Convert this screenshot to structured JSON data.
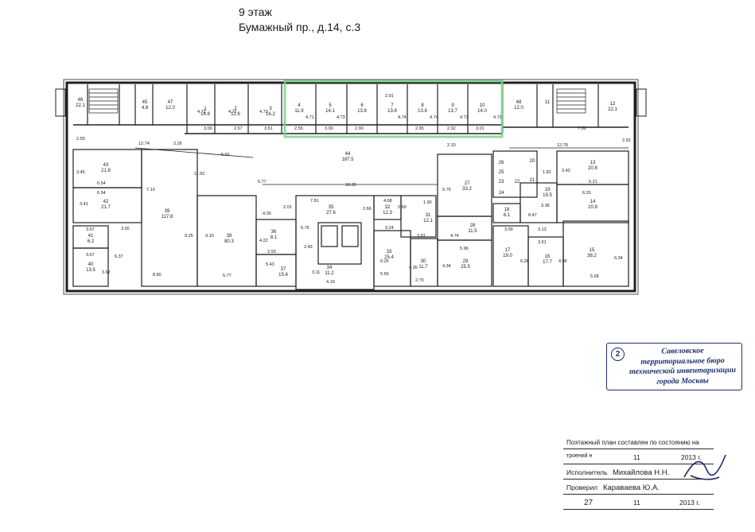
{
  "header": {
    "floor": "9 этаж",
    "address": "Бумажный пр., д.14, с.3"
  },
  "rooms": [
    {
      "num": "46",
      "area": "22.1"
    },
    {
      "num": "45",
      "area": "4.8"
    },
    {
      "num": "47",
      "area": "12.0"
    },
    {
      "num": "1",
      "area": "14.8"
    },
    {
      "num": "2",
      "area": "12.6"
    },
    {
      "num": "3",
      "area": "16.2"
    },
    {
      "num": "4",
      "area": "11.9"
    },
    {
      "num": "5",
      "area": "14.1"
    },
    {
      "num": "6",
      "area": "13.8"
    },
    {
      "num": "7",
      "area": "13.8"
    },
    {
      "num": "8",
      "area": "13.8"
    },
    {
      "num": "9",
      "area": "13.7"
    },
    {
      "num": "10",
      "area": "14.0"
    },
    {
      "num": "48",
      "area": "12.0"
    },
    {
      "num": "11",
      "area": ""
    },
    {
      "num": "12",
      "area": "22.1"
    },
    {
      "num": "43",
      "area": "21.8"
    },
    {
      "num": "42",
      "area": "21.7"
    },
    {
      "num": "41",
      "area": "6.2"
    },
    {
      "num": "40",
      "area": "13.5"
    },
    {
      "num": "39",
      "area": "117.8"
    },
    {
      "num": "44",
      "area": "187.5"
    },
    {
      "num": "38",
      "area": "80.3"
    },
    {
      "num": "36",
      "area": "8.1"
    },
    {
      "num": "37",
      "area": "15.4"
    },
    {
      "num": "35",
      "area": "27.6"
    },
    {
      "num": "34",
      "area": "11.2"
    },
    {
      "num": "32",
      "area": "12.3"
    },
    {
      "num": "31",
      "area": "12.1"
    },
    {
      "num": "33",
      "area": "25.4"
    },
    {
      "num": "30",
      "area": "11.7"
    },
    {
      "num": "27",
      "area": "33.2"
    },
    {
      "num": "28",
      "area": "11.5"
    },
    {
      "num": "29",
      "area": "25.5"
    },
    {
      "num": "26",
      "area": ""
    },
    {
      "num": "20",
      "area": ""
    },
    {
      "num": "21",
      "area": ""
    },
    {
      "num": "22",
      "area": ""
    },
    {
      "num": "23",
      "area": ""
    },
    {
      "num": "24",
      "area": ""
    },
    {
      "num": "25",
      "area": ""
    },
    {
      "num": "18",
      "area": "6.1"
    },
    {
      "num": "19",
      "area": "19.5"
    },
    {
      "num": "13",
      "area": "20.8"
    },
    {
      "num": "14",
      "area": "20.8"
    },
    {
      "num": "17",
      "area": "19.0"
    },
    {
      "num": "16",
      "area": "17.7"
    },
    {
      "num": "15",
      "area": "38.2"
    }
  ],
  "dimensions": [
    "4.72",
    "3.09",
    "4.71",
    "2.67",
    "4.73",
    "3.51",
    "4.71",
    "2.55",
    "3.00",
    "4.73",
    "2.90",
    "2.91",
    "4.74",
    "2.95",
    "4.74",
    "2.92",
    "4.73",
    "3.01",
    "4.72",
    "7.90",
    "2.55",
    "12.74",
    "2.26",
    "5.65",
    "12.78",
    "2.52",
    "3.45",
    "6.54",
    "6.54",
    "3.41",
    "11.92",
    "7.10",
    "5.77",
    "5.76",
    "18.35",
    "2.10",
    "1.82",
    "3.43",
    "6.21",
    "6.20",
    "7.81",
    "4.68",
    "2.69",
    "4.00",
    "2.01",
    "2.66",
    "1.90",
    "8.47",
    "3.38",
    "3.67",
    "3.00",
    "9.25",
    "9.10",
    "4.22",
    "5.76",
    "3.24",
    "3.91",
    "3.09",
    "3.13",
    "3.67",
    "6.37",
    "3.93",
    "2.49",
    "6.26",
    "4.74",
    "5.96",
    "3.61",
    "3.62",
    "8.80",
    "5.77",
    "5.43",
    "3.11",
    "4.19",
    "5.66",
    "4.36",
    "2.70",
    "4.34",
    "6.26",
    "4.96",
    "6.34",
    "5.68"
  ],
  "stamp": {
    "number": "2",
    "lines": [
      "Савеловское",
      "территориальное бюро",
      "технической инвентаризации",
      "города Москвы"
    ]
  },
  "signature": {
    "statement": "Поэтажный план составлен по состоянию на",
    "statement_cont": "троений н",
    "day1": "",
    "month1": "11",
    "year1": "2013 г.",
    "executor_label": "Исполнитель",
    "executor_name": "Михайлова Н.Н.",
    "checked_label": "Проверил",
    "checked_name": "Караваева Ю.А.",
    "day2": "27",
    "month2": "11",
    "year2": "2013 г."
  },
  "colors": {
    "highlight": "#7fd48c",
    "stamp_ink": "#1d2f6e",
    "line": "#202020"
  }
}
